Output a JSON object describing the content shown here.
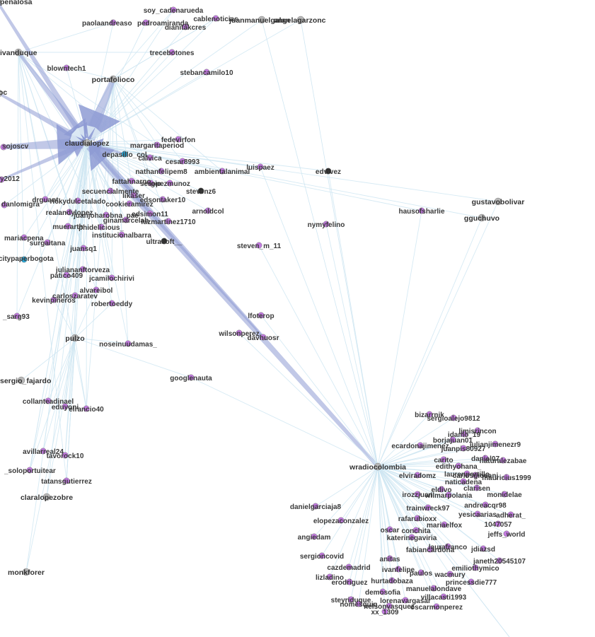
{
  "colors": {
    "background": "#ffffff",
    "purple_node": "#c27ae0",
    "gray_node": "#b8b8b8",
    "black_node": "#2b2b2b",
    "cyan_node": "#27a6d6",
    "edge_light": "#cfe6f2",
    "edge_strong": "#8e9bd4",
    "label": "#333333"
  },
  "nodes": [
    {
      "id": "penalosa",
      "label": "penalosa",
      "type": "gray"
    },
    {
      "id": "soy_cadenarueda",
      "label": "soy_cadenarueda",
      "type": "purple"
    },
    {
      "id": "paolaandreaso",
      "label": "paolaandreaso",
      "type": "purple"
    },
    {
      "id": "pedroamiranda",
      "label": "pedroamiranda",
      "type": "purple"
    },
    {
      "id": "cablenoticias",
      "label": "cablenoticias",
      "type": "purple"
    },
    {
      "id": "juanmanuelgalan",
      "label": "juanmanuelgalan",
      "type": "gray"
    },
    {
      "id": "angelagarzonc",
      "label": "angelagarzonc",
      "type": "gray"
    },
    {
      "id": "dianitakcres",
      "label": "dianitakcres",
      "type": "purple"
    },
    {
      "id": "ivanduque",
      "label": "ivanduque",
      "type": "gray"
    },
    {
      "id": "trecebotones",
      "label": "trecebotones",
      "type": "purple"
    },
    {
      "id": "blowntech1",
      "label": "blowntech1",
      "type": "purple"
    },
    {
      "id": "stebancamilo10",
      "label": "stebancamilo10",
      "type": "purple"
    },
    {
      "id": "portafolioco",
      "label": "portafolioco",
      "type": "gray"
    },
    {
      "id": "oc",
      "label": "oc",
      "type": "gray"
    },
    {
      "id": "claudialopez",
      "label": "claudialopez",
      "type": "gray"
    },
    {
      "id": "fedevirfon",
      "label": "fedevirfon",
      "type": "purple"
    },
    {
      "id": "margaritaperiod",
      "label": "margaritaperiod",
      "type": "purple"
    },
    {
      "id": "sojoscv",
      "label": "sojoscv",
      "type": "purple"
    },
    {
      "id": "depasillo_col",
      "label": "depasillo_col",
      "type": "cyan"
    },
    {
      "id": "calvica",
      "label": "calvica",
      "type": "purple"
    },
    {
      "id": "cesar8993",
      "label": "cesar8993",
      "type": "purple"
    },
    {
      "id": "luispaez",
      "label": "luispaez",
      "type": "purple"
    },
    {
      "id": "edvivez",
      "label": "edvivez",
      "type": "black"
    },
    {
      "id": "nathanfelipem8",
      "label": "nathanfelipem8",
      "type": "purple"
    },
    {
      "id": "ambientalanimal",
      "label": "ambientalanimal",
      "type": "purple"
    },
    {
      "id": "y2012",
      "label": "y2012",
      "type": "purple"
    },
    {
      "id": "fattahnarno",
      "label": "fattahnarno",
      "type": "purple"
    },
    {
      "id": "sergiofajardo_x",
      "label": "sergio",
      "type": "purple"
    },
    {
      "id": "lopezmunoz",
      "label": "lopezmunoz",
      "type": "purple"
    },
    {
      "id": "stevenz6",
      "label": "stevenz6",
      "type": "black"
    },
    {
      "id": "gustavobolivar",
      "label": "gustavobolivar",
      "type": "gray"
    },
    {
      "id": "secuencialmente",
      "label": "secuencialmente",
      "type": "purple"
    },
    {
      "id": "likaser",
      "label": "likaser",
      "type": "purple"
    },
    {
      "id": "edsontaker10",
      "label": "edsontaker10",
      "type": "purple"
    },
    {
      "id": "hausofsharlie",
      "label": "hausofsharlie",
      "type": "purple"
    },
    {
      "id": "gguchuvo",
      "label": "gguchuvo",
      "type": "gray"
    },
    {
      "id": "danlomigra",
      "label": "danlomigra",
      "type": "purple"
    },
    {
      "id": "drguant",
      "label": "drguant",
      "type": "purple"
    },
    {
      "id": "rickydulcetalado",
      "label": "rickydulcetalado",
      "type": "purple"
    },
    {
      "id": "cookieramirez",
      "label": "cookieramirez",
      "type": "purple"
    },
    {
      "id": "arnoldcol",
      "label": "arnoldcol",
      "type": "purple"
    },
    {
      "id": "realandylopez",
      "label": "realandylopez",
      "type": "purple"
    },
    {
      "id": "juanjoharobna",
      "label": "juanjoharobna_pae",
      "type": "purple"
    },
    {
      "id": "edsimon11",
      "label": "edsimon11",
      "type": "purple"
    },
    {
      "id": "nymyfelino",
      "label": "nymyfelino",
      "type": "purple"
    },
    {
      "id": "ginamarcelah",
      "label": "ginamarcelah",
      "type": "purple"
    },
    {
      "id": "luzmartinez1710",
      "label": "luzmartinez1710",
      "type": "purple"
    },
    {
      "id": "muerarth",
      "label": "muerarth",
      "type": "purple"
    },
    {
      "id": "phidelicious",
      "label": "phidelicious_",
      "type": "purple"
    },
    {
      "id": "institucionalbarra",
      "label": "institucionalbarra",
      "type": "purple"
    },
    {
      "id": "mariacpena",
      "label": "mariacpena",
      "type": "purple"
    },
    {
      "id": "surgaitana",
      "label": "surgaitana",
      "type": "purple"
    },
    {
      "id": "ultrasoft",
      "label": "ultrasoft__",
      "type": "black"
    },
    {
      "id": "steven_m_11",
      "label": "steven_m_11",
      "type": "purple"
    },
    {
      "id": "juansq1",
      "label": "juansq1",
      "type": "purple"
    },
    {
      "id": "citypaperbogota",
      "label": "citypaperbogota",
      "type": "cyan"
    },
    {
      "id": "juliananftorveza",
      "label": "juliananftorveza",
      "type": "purple"
    },
    {
      "id": "patico409",
      "label": "patico409",
      "type": "purple"
    },
    {
      "id": "jcamilochirivi",
      "label": "jcamilochirivi",
      "type": "purple"
    },
    {
      "id": "alvareibol",
      "label": "alvareibol",
      "type": "purple"
    },
    {
      "id": "carloszaratev",
      "label": "carloszaratev",
      "type": "purple"
    },
    {
      "id": "kevinpineros",
      "label": "kevinpineros",
      "type": "purple"
    },
    {
      "id": "robertoeddy",
      "label": "robertoeddy",
      "type": "purple"
    },
    {
      "id": "_sarg93",
      "label": "_sarg93",
      "type": "purple"
    },
    {
      "id": "lfoterop",
      "label": "lfoterop",
      "type": "purple"
    },
    {
      "id": "wilsonperez",
      "label": "wilsonperez",
      "type": "purple"
    },
    {
      "id": "davhuosr",
      "label": "davhuosr",
      "type": "purple"
    },
    {
      "id": "pulzo",
      "label": "pulzo",
      "type": "gray"
    },
    {
      "id": "noseinuudamas",
      "label": "noseinuudamas_",
      "type": "purple"
    },
    {
      "id": "googlenauta",
      "label": "googlenauta",
      "type": "purple"
    },
    {
      "id": "sergio_fajardo",
      "label": "sergio_fajardo",
      "type": "gray"
    },
    {
      "id": "collanteadinael",
      "label": "collanteadinael",
      "type": "purple"
    },
    {
      "id": "eduyoni",
      "label": "eduyoni",
      "type": "purple"
    },
    {
      "id": "elrancio40",
      "label": "elrancio40",
      "type": "purple"
    },
    {
      "id": "avillarreal24",
      "label": "avillarreal24",
      "type": "purple"
    },
    {
      "id": "tavorock10",
      "label": "tavorock10",
      "type": "purple"
    },
    {
      "id": "_soloportuitear",
      "label": "_soloportuitear",
      "type": "purple"
    },
    {
      "id": "tatansgutierrez",
      "label": "tatansgutierrez",
      "type": "purple"
    },
    {
      "id": "claralopezobre",
      "label": "claralopezobre",
      "type": "gray"
    },
    {
      "id": "monkforer",
      "label": "monkforer",
      "type": "gray"
    },
    {
      "id": "wradiocolombia",
      "label": "wradiocolombia",
      "type": "gray"
    },
    {
      "id": "bizarrnik",
      "label": "bizarrnik",
      "type": "purple"
    },
    {
      "id": "sergioalejo9812",
      "label": "sergioalejo9812",
      "type": "purple"
    },
    {
      "id": "idamo_19",
      "label": "idamo_19",
      "type": "purple"
    },
    {
      "id": "limisrincon",
      "label": "limisrincon",
      "type": "purple"
    },
    {
      "id": "borjajuan01",
      "label": "borjajuan01",
      "type": "purple"
    },
    {
      "id": "ecardonajimenez",
      "label": "ecardonajimenez",
      "type": "purple"
    },
    {
      "id": "julianjimenezr9",
      "label": "julianjimenezr9",
      "type": "purple"
    },
    {
      "id": "juanpis80927",
      "label": "juanpis80927",
      "type": "purple"
    },
    {
      "id": "carito",
      "label": "carito",
      "type": "purple"
    },
    {
      "id": "daniel07",
      "label": "daniel07",
      "type": "purple"
    },
    {
      "id": "naturalezabae",
      "label": "naturalezabae",
      "type": "purple"
    },
    {
      "id": "edithyohana",
      "label": "edithyohana_",
      "type": "purple"
    },
    {
      "id": "elviradomz",
      "label": "elviradomz",
      "type": "purple"
    },
    {
      "id": "carlosgiovanj",
      "label": "carlosgiovanj",
      "type": "purple"
    },
    {
      "id": "laurenportillo",
      "label": "laurenportillo",
      "type": "purple"
    },
    {
      "id": "mauricius1999",
      "label": "mauricius1999",
      "type": "purple"
    },
    {
      "id": "naticadena",
      "label": "naticadena",
      "type": "purple"
    },
    {
      "id": "eldivo",
      "label": "eldivo",
      "type": "purple"
    },
    {
      "id": "clarisen",
      "label": "clarisen",
      "type": "purple"
    },
    {
      "id": "irozzjuan",
      "label": "irozzjuan",
      "type": "purple"
    },
    {
      "id": "wilmarpolania",
      "label": "wilmarpolania",
      "type": "purple"
    },
    {
      "id": "monidelae",
      "label": "monidelae",
      "type": "purple"
    },
    {
      "id": "danielgarciaja8",
      "label": "danielgarciaja8",
      "type": "purple"
    },
    {
      "id": "trainwreck97",
      "label": "trainwreck97",
      "type": "purple"
    },
    {
      "id": "andreacqr98",
      "label": "andreacqr98",
      "type": "purple"
    },
    {
      "id": "elopezaconzalez",
      "label": "elopezaconzalez",
      "type": "purple"
    },
    {
      "id": "rafarubioxx",
      "label": "rafarubioxx",
      "type": "purple"
    },
    {
      "id": "yesicaarias",
      "label": "yesicaarias",
      "type": "purple"
    },
    {
      "id": "adherat",
      "label": "adherat_",
      "type": "purple"
    },
    {
      "id": "mariaelfox",
      "label": "mariaelfox",
      "type": "purple"
    },
    {
      "id": "1047057",
      "label": "1047057",
      "type": "purple"
    },
    {
      "id": "oscar",
      "label": "oscar",
      "type": "purple"
    },
    {
      "id": "conchita",
      "label": "conchita",
      "type": "purple"
    },
    {
      "id": "jeffs_world",
      "label": "jeffs_world",
      "type": "purple"
    },
    {
      "id": "angiedam",
      "label": "angiedam",
      "type": "purple"
    },
    {
      "id": "katerinegaviria",
      "label": "katerinegaviria",
      "type": "purple"
    },
    {
      "id": "sergioncovid",
      "label": "sergioncovid",
      "type": "purple"
    },
    {
      "id": "fabiancardona",
      "label": "fabiancardona",
      "type": "purple"
    },
    {
      "id": "laurafranco",
      "label": "laurafranco",
      "type": "purple"
    },
    {
      "id": "jdiazsd",
      "label": "jdiazsd",
      "type": "purple"
    },
    {
      "id": "anitas",
      "label": "anitas",
      "type": "purple"
    },
    {
      "id": "janeth20545107",
      "label": "janeth20545107",
      "type": "purple"
    },
    {
      "id": "cazdemadrid",
      "label": "cazdemadrid",
      "type": "purple"
    },
    {
      "id": "ivanfelipe",
      "label": "ivanfelipe",
      "type": "purple"
    },
    {
      "id": "emiliothymico",
      "label": "emiliothymico",
      "type": "purple"
    },
    {
      "id": "lizladino",
      "label": "lizladino",
      "type": "purple"
    },
    {
      "id": "paulos",
      "label": "paulos",
      "type": "purple"
    },
    {
      "id": "wacmury",
      "label": "wacmury",
      "type": "purple"
    },
    {
      "id": "erodriguez",
      "label": "erodriguez",
      "type": "purple"
    },
    {
      "id": "hurtadobaza",
      "label": "hurtadobaza",
      "type": "purple"
    },
    {
      "id": "princessdie777",
      "label": "princessdie777",
      "type": "purple"
    },
    {
      "id": "demosofia",
      "label": "demosofia",
      "type": "purple"
    },
    {
      "id": "manuelalondave",
      "label": "manuelalondave",
      "type": "purple"
    },
    {
      "id": "villacasti1993",
      "label": "villacasti1993",
      "type": "purple"
    },
    {
      "id": "steyriduque",
      "label": "steyriduque",
      "type": "purple"
    },
    {
      "id": "lorenavargasar",
      "label": "lorenavargasar",
      "type": "purple"
    },
    {
      "id": "nomesquin",
      "label": "nomesquin",
      "type": "purple"
    },
    {
      "id": "nelsonvasquez",
      "label": "nelsonvasquez",
      "type": "purple"
    },
    {
      "id": "oscarmonperez",
      "label": "oscarmonperez",
      "type": "purple"
    },
    {
      "id": "xx_1309",
      "label": "xx_1309",
      "type": "purple"
    }
  ]
}
